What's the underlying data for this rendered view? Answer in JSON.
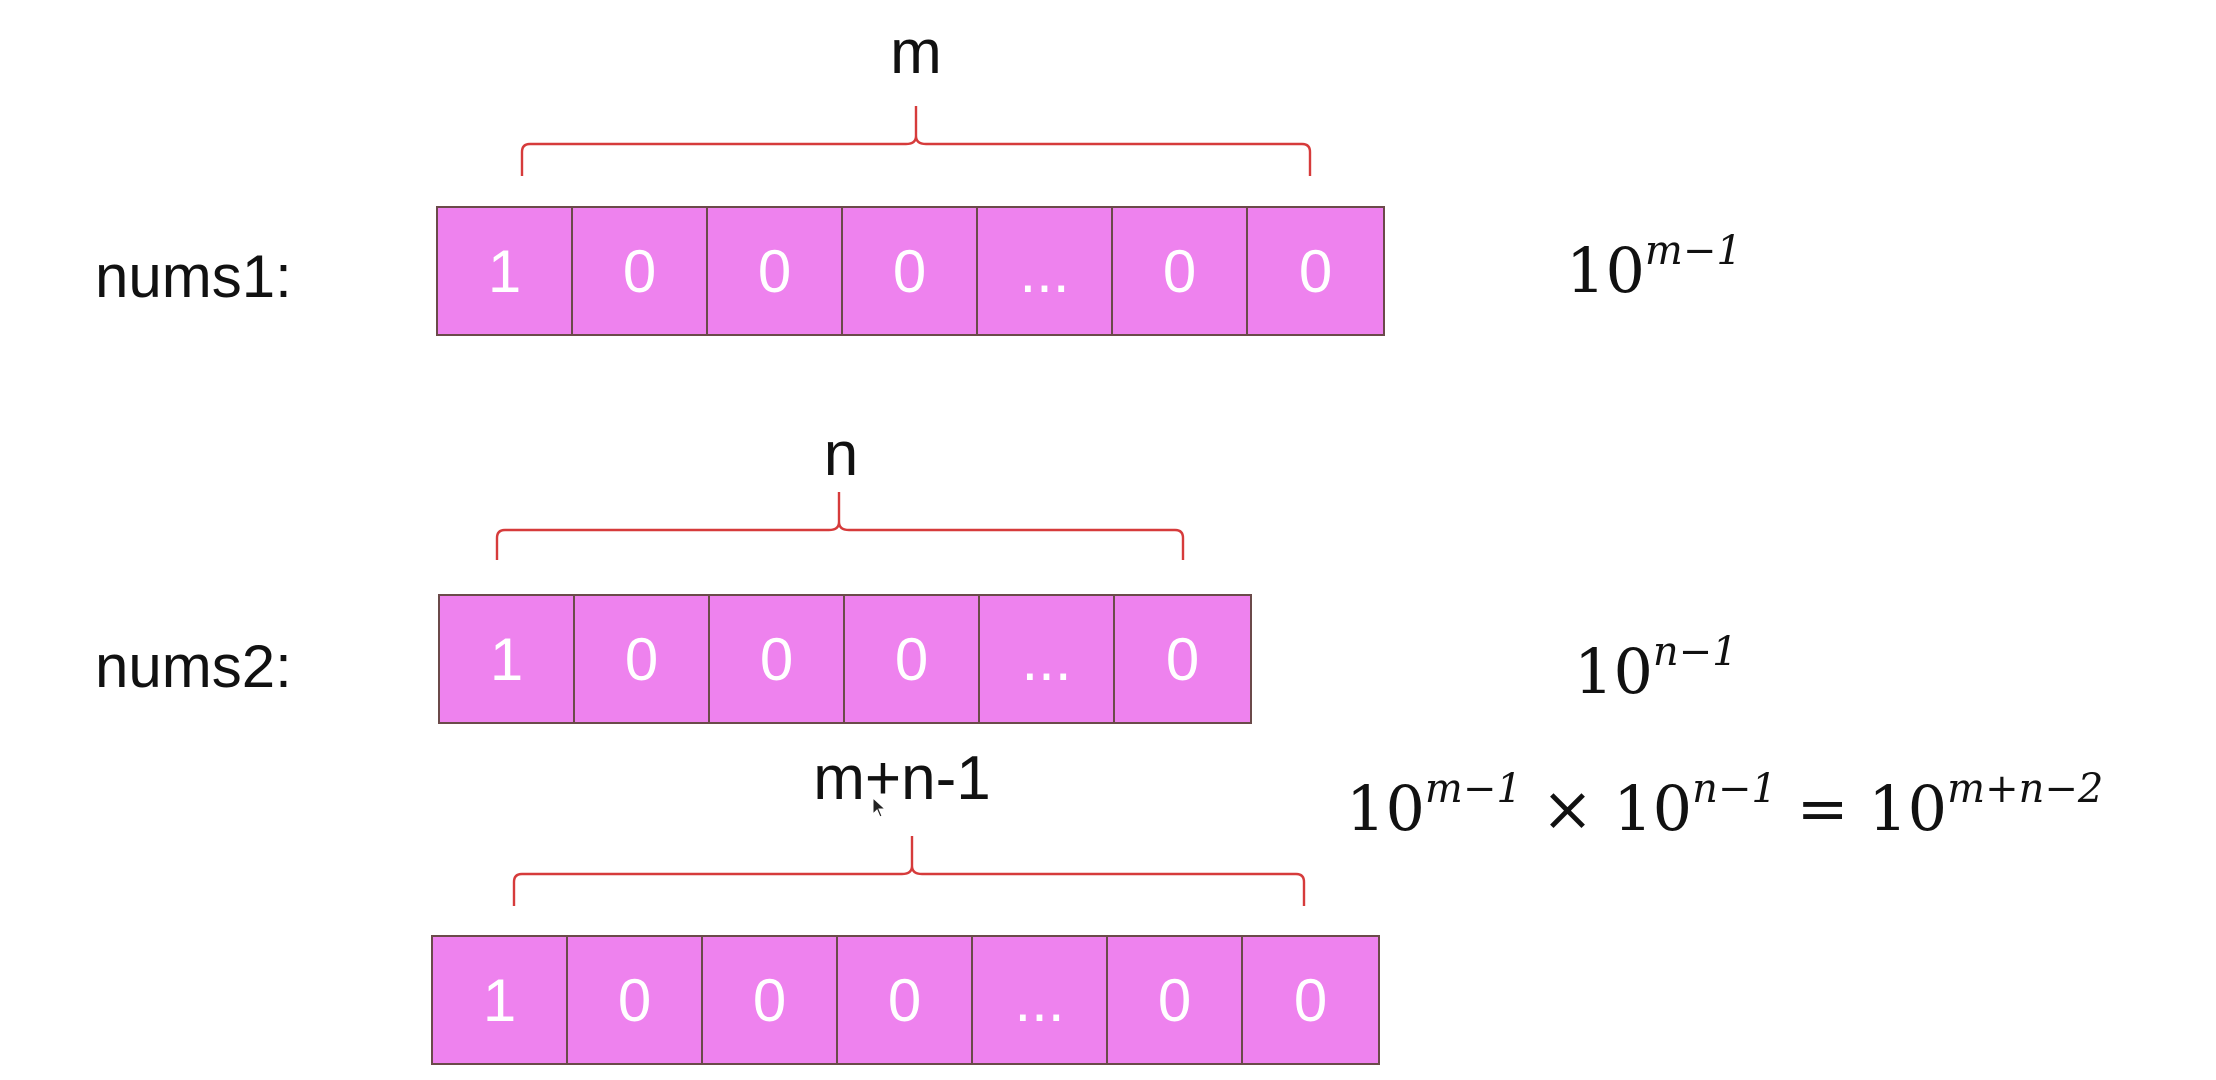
{
  "rows": [
    {
      "label": "nums1:",
      "brace_label": "m",
      "cells": [
        "1",
        "0",
        "0",
        "0",
        "...",
        "0",
        "0"
      ]
    },
    {
      "label": "nums2:",
      "brace_label": "n",
      "cells": [
        "1",
        "0",
        "0",
        "0",
        "...",
        "0"
      ]
    },
    {
      "label": "",
      "brace_label": "m+n-1",
      "cells": [
        "1",
        "0",
        "0",
        "0",
        "...",
        "0",
        "0"
      ]
    }
  ],
  "formulas": {
    "f1": {
      "base": "10",
      "exp": "m−1"
    },
    "f2": {
      "base": "10",
      "exp": "n−1"
    },
    "f3": {
      "a_base": "10",
      "a_exp": "m−1",
      "times": "×",
      "b_base": "10",
      "b_exp": "n−1",
      "equals": "=",
      "c_base": "10",
      "c_exp": "m+n−2"
    }
  },
  "colors": {
    "cell_fill": "#ee82ee",
    "brace": "#d63b3b",
    "cell_border": "#6b4a4a"
  }
}
